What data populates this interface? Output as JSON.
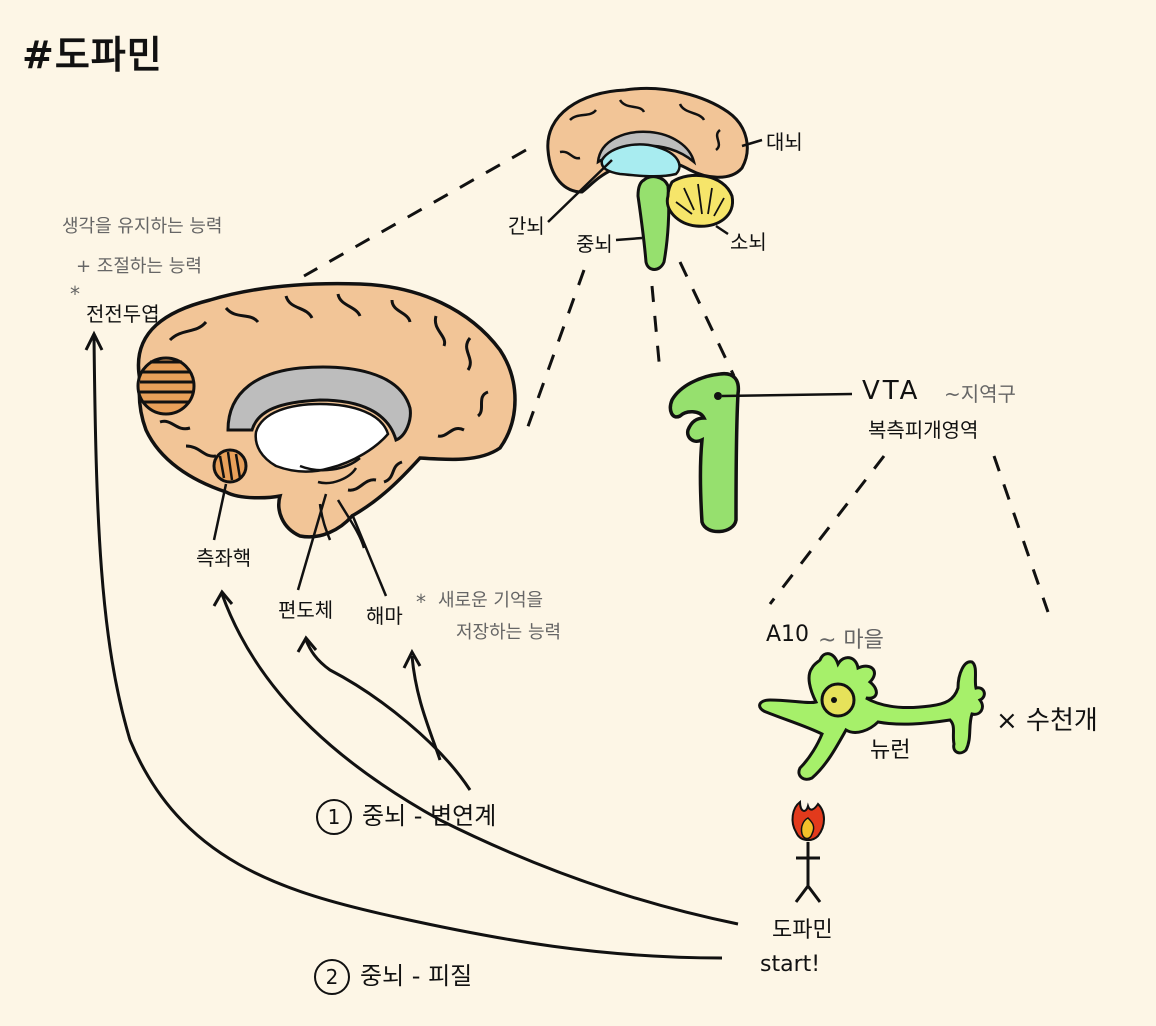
{
  "title": "#도파민",
  "labels": {
    "cerebrum": "대뇌",
    "interbrain": "간뇌",
    "midbrain": "중뇌",
    "cerebellum": "소뇌",
    "vta": "VTA",
    "vta_note": "~지역구",
    "vta_korean": "복측피개영역",
    "a10": "A10",
    "a10_note": "~ 마을",
    "neuron": "뉴런",
    "neuron_count": "× 수천개",
    "prefrontal_note_1": "생각을 유지하는 능력",
    "prefrontal_note_2": "+ 조절하는 능력",
    "prefrontal_star": "*",
    "prefrontal": "전전두엽",
    "accumbens": "측좌핵",
    "amygdala": "편도체",
    "hippocampus": "해마",
    "hippo_star": "*",
    "hippo_note_1": "새로운 기억을",
    "hippo_note_2": "저장하는 능력",
    "path1_num": "1",
    "path1": "중뇌 - 변연계",
    "path2_num": "2",
    "path2": "중뇌 - 피질",
    "dopamine": "도파민",
    "start": "start!"
  },
  "colors": {
    "background": "#fdf6e6",
    "brain": "#f2c597",
    "brain_outline": "#111111",
    "ventricle_gray": "#bdbdbd",
    "thalamus_cyan": "#a8ecf0",
    "cerebellum_yellow": "#f6e56a",
    "midbrain_green": "#96e06e",
    "neuron_green": "#a6f06a",
    "flame_red": "#e23a1c",
    "flame_yellow": "#f3c02a"
  }
}
